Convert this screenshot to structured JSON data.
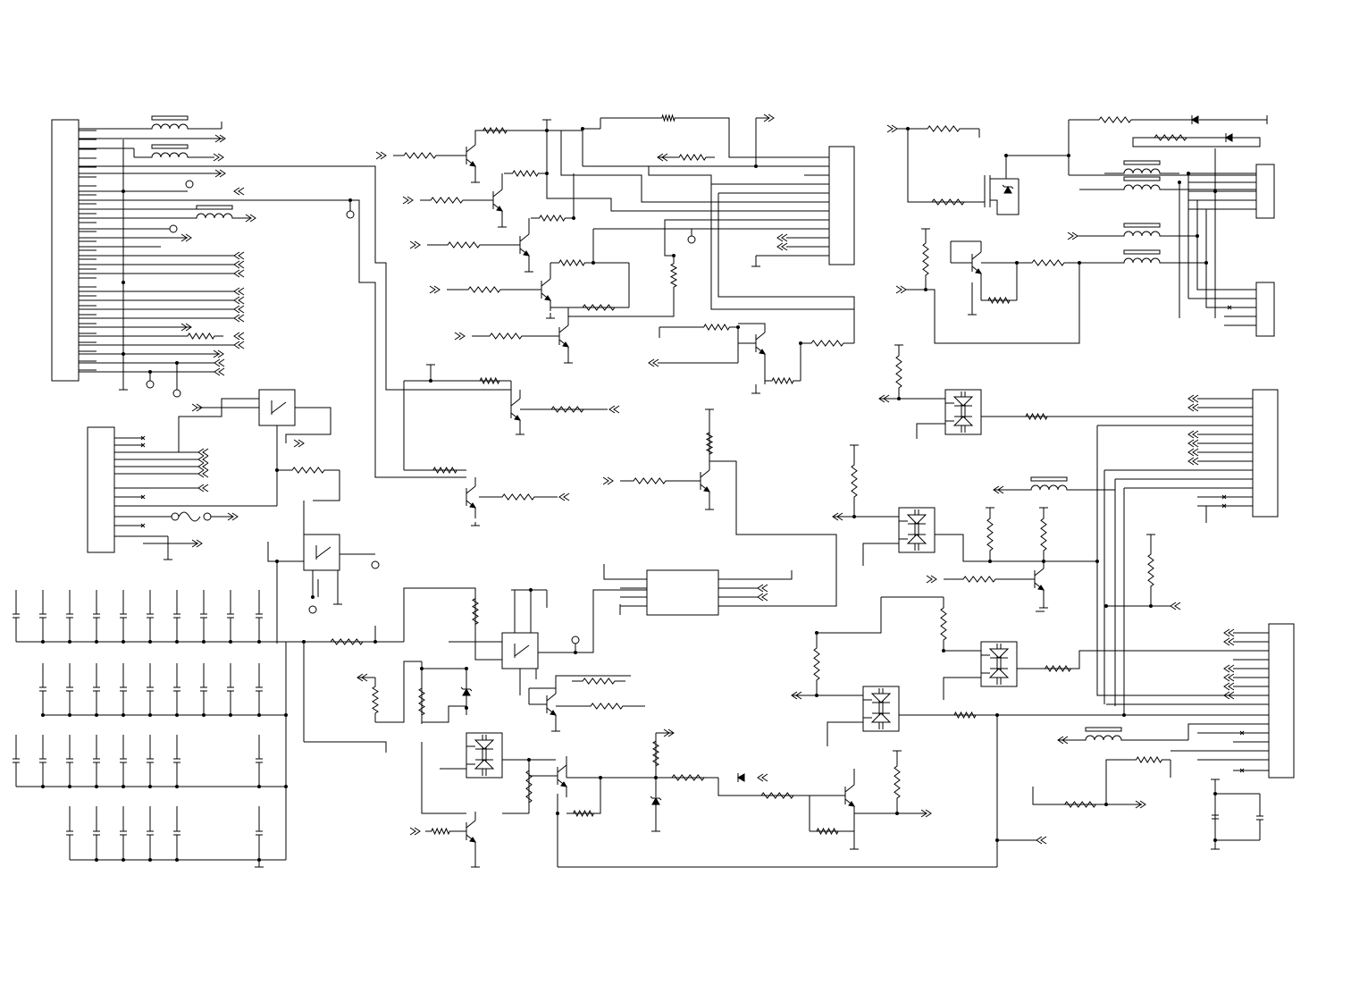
{
  "diagram": {
    "kind": "electrical-schematic",
    "colors": {
      "ink": "#000000",
      "background": "#ffffff"
    },
    "visible_text": [],
    "component_groups": [
      "connector-header",
      "resistor",
      "inductor",
      "capacitor",
      "npn-transistor",
      "relay",
      "optocoupler",
      "ic-chip",
      "mosfet",
      "diode",
      "zener-diode",
      "fuse",
      "ground-symbol",
      "connection-arrow",
      "test-point"
    ]
  }
}
